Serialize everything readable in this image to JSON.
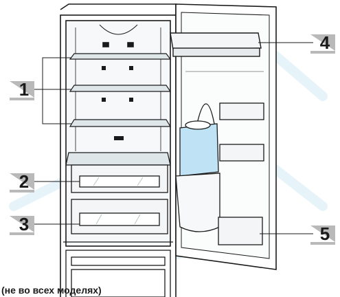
{
  "callouts": [
    {
      "id": "1",
      "label": "1"
    },
    {
      "id": "2",
      "label": "2"
    },
    {
      "id": "3",
      "label": "3"
    },
    {
      "id": "4",
      "label": "4"
    },
    {
      "id": "5",
      "label": "5"
    }
  ],
  "caption": "(не во всех моделях)",
  "colors": {
    "line": "#1a1a1a",
    "glass": "#dfe6ea",
    "water_tank": "#bfe3f5",
    "label_shadow": "#b9b9b9",
    "watermark": "#e6f4f9"
  }
}
